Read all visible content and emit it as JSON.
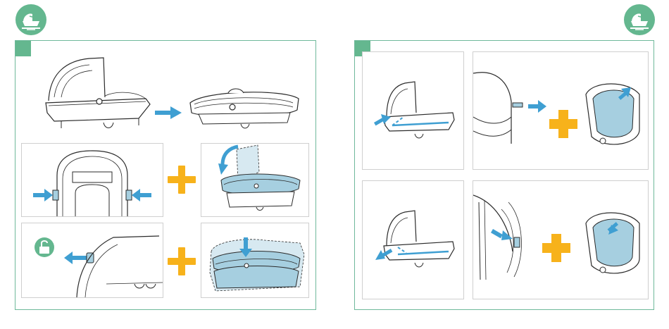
{
  "colors": {
    "brand_green": "#64b78f",
    "frame_green": "#6fb99b",
    "arrow_blue": "#3f9fd2",
    "fill_blue": "#a6cfe0",
    "plus_orange": "#f7b21b",
    "line": "#2b2b2b",
    "box_border": "#cfcfcf"
  },
  "icons": {
    "left_badge": "bassinet-icon",
    "right_badge": "bassinet-icon",
    "unlock": "padlock-open-icon"
  },
  "panels": [
    {
      "name": "panel-left",
      "step_marker": "green-square"
    },
    {
      "name": "panel-right",
      "step_marker": "green-square"
    }
  ]
}
